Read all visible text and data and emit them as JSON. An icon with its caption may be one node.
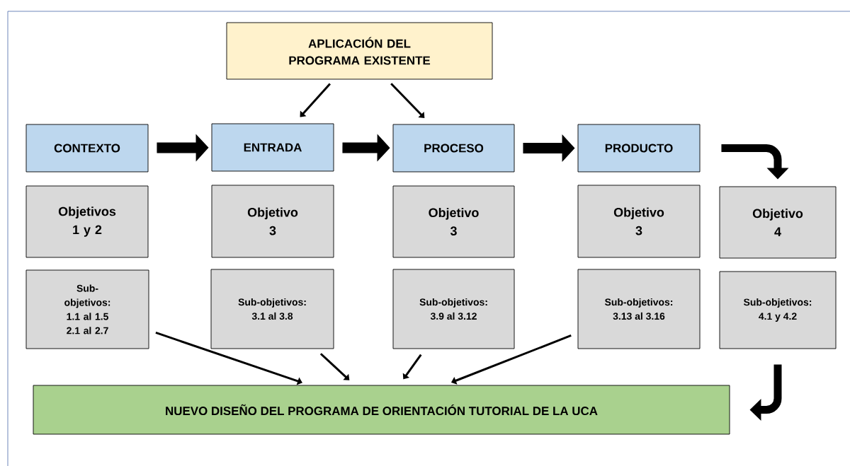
{
  "diagram": {
    "nodes": [
      {
        "text": [
          "APLICACIÓN DEL PROGRAMA EXISTENTE"
        ]
      },
      {
        "text": [
          "CONTEXTO"
        ]
      },
      {
        "text": [
          "ENTRADA"
        ]
      },
      {
        "text": [
          "PROCESO"
        ]
      },
      {
        "text": [
          "PRODUCTO"
        ]
      },
      {
        "text": [
          "Objetivos 1 y 2"
        ]
      },
      {
        "text": [
          "Objetivo 3"
        ]
      },
      {
        "text": [
          "Objetivo 3"
        ]
      },
      {
        "text": [
          "Objetivo 3"
        ]
      },
      {
        "text": [
          "Objetivo 4"
        ]
      },
      {
        "text": [
          "Sub-objetivos:",
          "1.1 al 1.5 2.1 al 2.7"
        ]
      },
      {
        "text": [
          "Sub-objetivos:",
          "3.1 al 3.8"
        ]
      },
      {
        "text": [
          "Sub-objetivos:",
          "3.9 al 3.12"
        ]
      },
      {
        "text": [
          "Sub-objetivos:",
          "3.13 al 3.16"
        ]
      },
      {
        "text": [
          "Sub-objetivos:",
          "4.1 y 4.2"
        ]
      },
      {
        "text": [
          "NUEVO DISEÑO DEL PROGRAMA DE ORIENTACIÓN TUTORIAL DE LA UCA"
        ]
      }
    ],
    "edges": [
      {
        "from": 0,
        "to": 2,
        "arrow": "to"
      },
      {
        "from": 0,
        "to": 3,
        "arrow": "to"
      },
      {
        "from": 1,
        "to": 2,
        "arrow": "to",
        "style": "thick"
      },
      {
        "from": 2,
        "to": 3,
        "arrow": "to",
        "style": "thick"
      },
      {
        "from": 3,
        "to": 4,
        "arrow": "to",
        "style": "thick"
      },
      {
        "from": 4,
        "to": 9,
        "arrow": "to",
        "style": "thick"
      },
      {
        "from": 10,
        "to": 15,
        "arrow": "to"
      },
      {
        "from": 11,
        "to": 15,
        "arrow": "to"
      },
      {
        "from": 12,
        "to": 15,
        "arrow": "to"
      },
      {
        "from": 13,
        "to": 15,
        "arrow": "to"
      },
      {
        "from": 14,
        "to": 15,
        "arrow": "to",
        "style": "thick"
      }
    ]
  }
}
